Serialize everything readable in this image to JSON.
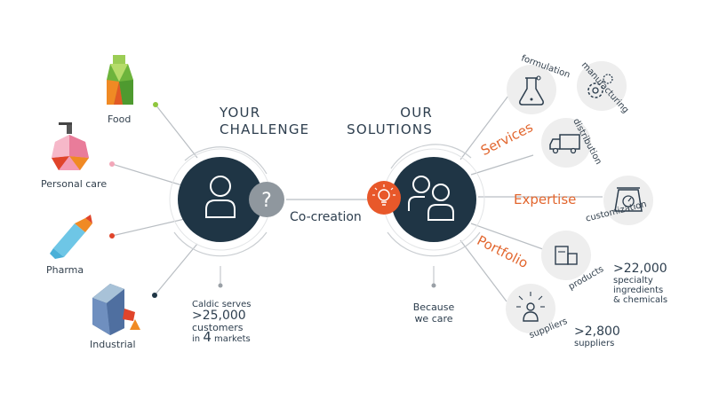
{
  "markets": {
    "food": "Food",
    "personal_care": "Personal care",
    "pharma": "Pharma",
    "industrial": "Industrial"
  },
  "challenge": {
    "line1": "YOUR",
    "line2": "CHALLENGE"
  },
  "solutions": {
    "line1": "OUR",
    "line2": "SOLUTIONS"
  },
  "co_creation": "Co-creation",
  "left_stat": {
    "intro": "Caldic serves",
    "number": ">25,000",
    "line3": "customers",
    "line4_pre": "in",
    "line4_num": "4",
    "line4_post": "markets"
  },
  "because": {
    "line1": "Because",
    "line2": "we care"
  },
  "categories": {
    "services": "Services",
    "expertise": "Expertise",
    "portfolio": "Portfolio"
  },
  "items": {
    "formulation": "formulation",
    "manufacturing": "manufacturing",
    "distribution": "distribution",
    "customization": "customization",
    "products": "products",
    "suppliers": "suppliers"
  },
  "products_stat": {
    "number": ">22,000",
    "line2": "specialty",
    "line3": "ingredients",
    "line4": "& chemicals"
  },
  "suppliers_stat": {
    "number": ">2,800",
    "line2": "suppliers"
  },
  "colors": {
    "navy": "#1f3545",
    "orange": "#e8582a",
    "grey": "#8f979e",
    "circle_bg": "#eeeeee",
    "text_orange": "#e2662e"
  }
}
